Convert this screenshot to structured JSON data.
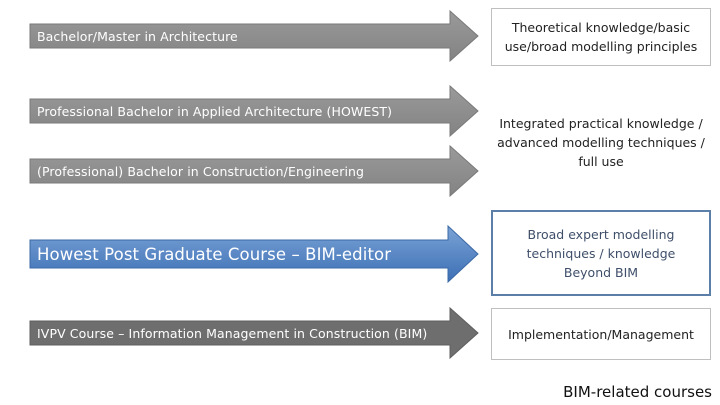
{
  "colors": {
    "grey_arrow": "#8c8c8c",
    "blue_arrow_top": "#7aa3d6",
    "blue_arrow_bottom": "#3d6fb5",
    "dark_arrow": "#707070",
    "box_border": "#bfbfbf",
    "highlight_border": "#5b7fa8"
  },
  "arrows": [
    {
      "label": "Bachelor/Master in Architecture"
    },
    {
      "label": "Professional Bachelor in Applied Architecture (HOWEST)"
    },
    {
      "label": "(Professional) Bachelor in Construction/Engineering"
    },
    {
      "label": "Howest Post Graduate Course – BIM-editor"
    },
    {
      "label": "IVPV Course – Information Management in Construction (BIM)"
    }
  ],
  "boxes": [
    {
      "text": "Theoretical knowledge/basic use/broad modelling principles"
    },
    {
      "text": "Integrated practical knowledge / advanced modelling techniques / full use"
    },
    {
      "text": "Broad expert modelling techniques / knowledge Beyond BIM"
    },
    {
      "text": "Implementation/Management"
    }
  ],
  "caption": "BIM-related courses"
}
